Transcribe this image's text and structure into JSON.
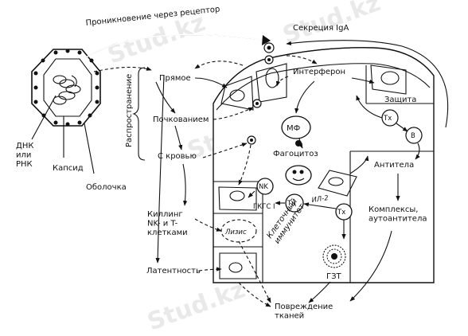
{
  "virus": {
    "genome_label": "ДНК\nили\nРНК",
    "capsid_label": "Капсид",
    "envelope_label": "Оболочка"
  },
  "pathways": {
    "receptor_entry": "Проникновение через рецептор",
    "spread": "Распространение",
    "direct": "Прямое",
    "budding": "Почкованием",
    "blood": "С кровью",
    "killing": "Киллинг\nNK- и T-\nклетками",
    "lysis": "Лизис",
    "latency": "Латентность"
  },
  "immune": {
    "iga_secretion": "Секреция IgA",
    "interferon": "Интерферон",
    "protection": "Защита",
    "th": "Тх",
    "b_cell": "B",
    "macrophage": "МФ",
    "phagocytosis": "Фагоцитоз",
    "nk": "NK",
    "tc": "Тц",
    "th2": "Тх",
    "mhc": "ГКГС I",
    "il2": "ИЛ-2",
    "cellular_immunity": "Клеточный\nиммунитет",
    "antibodies": "Антитела",
    "complexes": "Комплексы,\nаутоантитела",
    "dth": "ГЗТ",
    "tissue_damage": "Повреждение\nтканей"
  },
  "watermark": "Stud.kz"
}
